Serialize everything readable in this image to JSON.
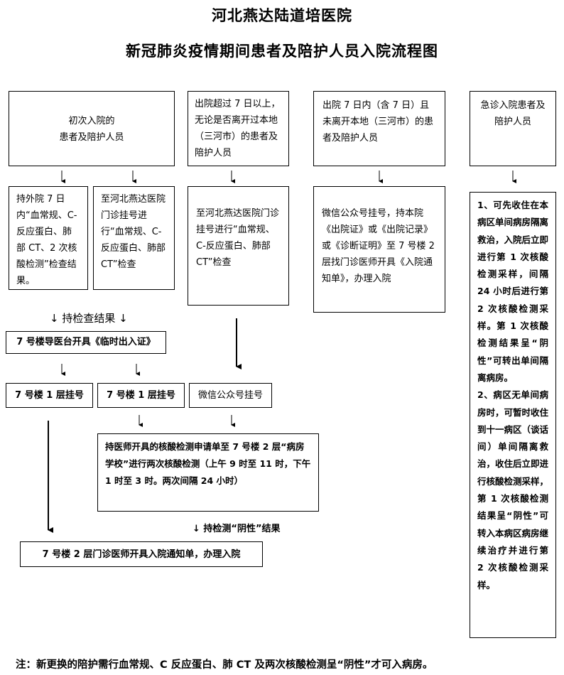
{
  "header": {
    "hospital": "河北燕达陆道培医院",
    "title": "新冠肺炎疫情期间患者及陪护人员入院流程图"
  },
  "column1": {
    "top": "初次入院的\n患者及陪护人员",
    "left_box": "持外院 7 日内“血常规、C-反应蛋白、肺部 CT、2 次核酸检测”检查结果。",
    "right_box": "至河北燕达医院门诊挂号进行“血常规、C-反应蛋白、肺部 CT”检查",
    "result_label": "↓ 持检查结果 ↓",
    "permit_box": "7 号楼导医台开具《临时出入证》",
    "reg_left": "7 号楼 1 层挂号",
    "reg_right": "7 号楼 1 层挂号"
  },
  "column2": {
    "top": "出院超过 7 日以上，无论是否离开过本地（三河市）的患者及陪护人员",
    "middle": "至河北燕达医院门诊挂号进行“血常规、C-反应蛋白、肺部 CT”检查",
    "wechat": "微信公众号挂号"
  },
  "column3": {
    "top": "出院 7 日内（含 7 日）且未离开本地（三河市）的患者及陪护人员",
    "middle": "微信公众号挂号，持本院《出院证》或《出院记录》或《诊断证明》至 7 号楼 2 层找门诊医师开具《入院通知单》，办理入院"
  },
  "column4": {
    "top": "急诊入院患者及陪护人员",
    "body": "1、可先收住在本病区单间病房隔离救治，入院后立即进行第 1 次核酸检测采样，间隔 24 小时后进行第 2 次核酸检测采样。第 1 次核酸检测结果呈“阴性”可转出单间隔离病房。\n2、病区无单间病房时，可暂时收住到十一病区（谈话间）单间隔离救治，收住后立即进行核酸检测采样，第 1 次核酸检测结果呈“阴性”可转入本病区病房继续治疗并进行第 2 次核酸检测采样。"
  },
  "flow": {
    "nucleic_box": "持医师开具的核酸检测申请单至 7 号楼 2 层“病房学校”进行两次核酸检测（上午 9 时至 11 时，下午 1 时至 3 时。两次间隔 24 小时）",
    "negative_label": "↓ 持检测“阴性”结果",
    "final_box": "7 号楼 2 层门诊医师开具入院通知单，办理入院"
  },
  "footer": {
    "note": "注：新更换的陪护需行血常规、C 反应蛋白、肺 CT 及两次核酸检测呈“阴性”才可入病房。"
  }
}
